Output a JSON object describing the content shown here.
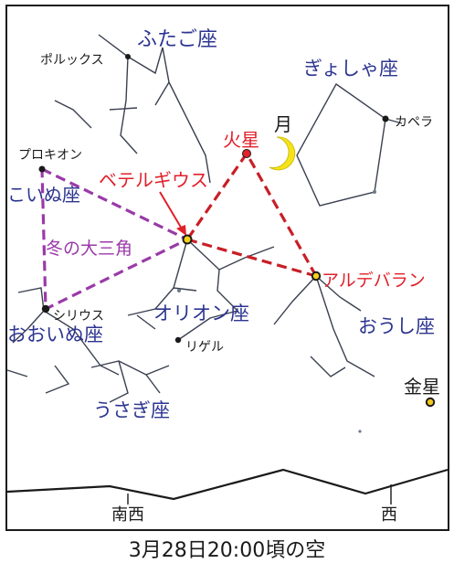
{
  "constellations": {
    "gemini": "ふたご座",
    "auriga": "ぎょしゃ座",
    "canis_minor": "こいぬ座",
    "canis_major": "おおいぬ座",
    "orion": "オリオン座",
    "taurus": "おうし座",
    "lepus": "うさぎ座"
  },
  "stars": {
    "pollux": "ポルックス",
    "capella": "カペラ",
    "procyon": "プロキオン",
    "sirius": "シリウス",
    "rigel": "リゲル",
    "betelgeuse": "ベテルギウス",
    "aldebaran": "アルデバラン"
  },
  "planets": {
    "mars": "火星",
    "venus": "金星",
    "moon": "月"
  },
  "asterism": "冬の大三角",
  "directions": {
    "southwest": "南西",
    "west": "西"
  },
  "caption": "3月28日20:00頃の空",
  "colors": {
    "constellation_label": "#2d3590",
    "highlight_red": "#e0202a",
    "triangle_purple": "#9a3aa8",
    "moon_yellow": "#f5e21a",
    "star_line": "#3a4050",
    "venus_fill": "#f2c81a"
  }
}
